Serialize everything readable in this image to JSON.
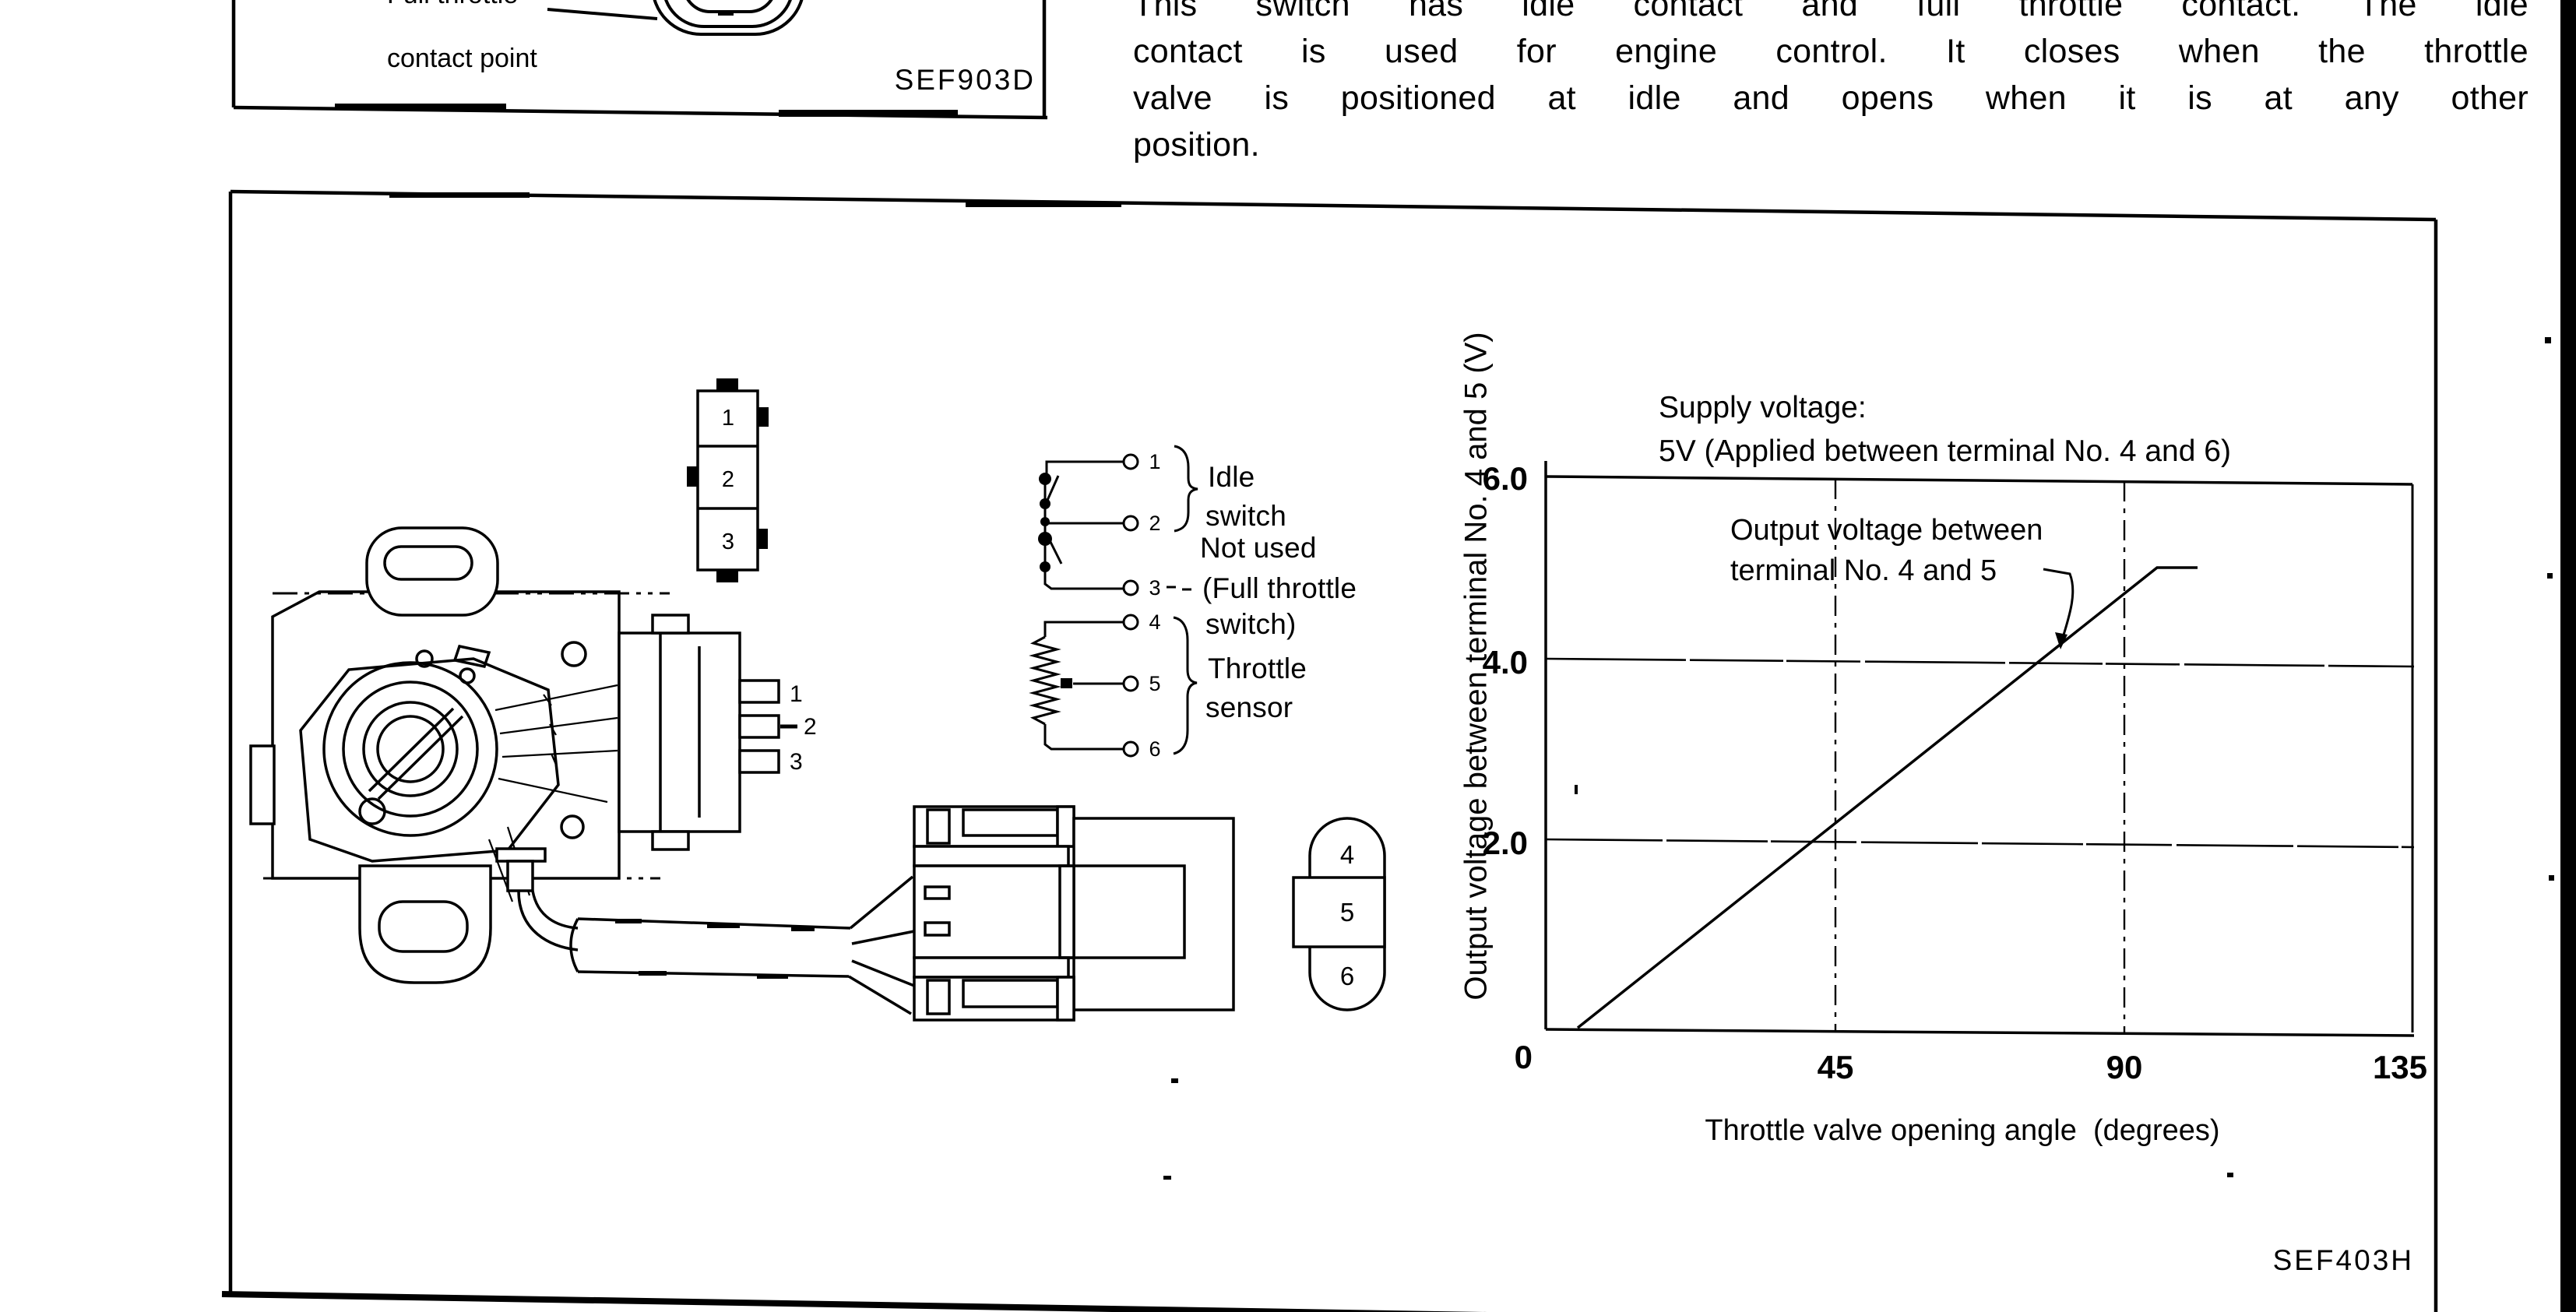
{
  "page": {
    "background": "#ffffff",
    "ink": "#000000"
  },
  "top_left_figure": {
    "pointer_label_line1": "Full throttle",
    "pointer_label_line2": "contact point",
    "code": "SEF903D"
  },
  "intro": {
    "lines": [
      "This switch has idle contact and full throttle contact. The idle",
      "contact is used for engine control. It closes when the throttle",
      "valve is positioned at idle and opens when it is at any other",
      "position."
    ]
  },
  "figure": {
    "code": "SEF403H",
    "terminal_block": {
      "cells": [
        "1",
        "2",
        "3"
      ]
    },
    "sensor_pins": {
      "labels": [
        "1",
        "2",
        "3"
      ]
    },
    "connector_face": {
      "cells": [
        "4",
        "5",
        "6"
      ]
    },
    "circuit": {
      "terminal_numbers": [
        "1",
        "2",
        "3",
        "4",
        "5",
        "6"
      ],
      "idle_switch": [
        "Idle",
        "switch"
      ],
      "full_throttle_switch": [
        "Not used",
        "(Full throttle",
        "switch)"
      ],
      "throttle_sensor": [
        "Throttle",
        "sensor"
      ]
    },
    "graph": {
      "supply_note": [
        "Supply voltage:",
        "5V (Applied between terminal No. 4 and 6)"
      ],
      "series_note": [
        "Output voltage between",
        "terminal No. 4 and 5"
      ],
      "y_axis_label": "Output voltage between terminal No. 4 and 5 (V)",
      "x_axis_label": "Throttle valve opening angle  (degrees)",
      "y_ticks": [
        "6.0",
        "4.0",
        "2.0"
      ],
      "origin_tick": "0",
      "x_ticks": [
        "45",
        "90",
        "135"
      ]
    }
  },
  "chart_data": {
    "type": "line",
    "title": "",
    "xlabel": "Throttle valve opening angle (degrees)",
    "ylabel": "Output voltage between terminal No. 4 and 5 (V)",
    "xlim": [
      0,
      135
    ],
    "ylim": [
      0,
      6
    ],
    "xticks": [
      0,
      45,
      90,
      135
    ],
    "yticks": [
      0,
      2.0,
      4.0,
      6.0
    ],
    "grid": {
      "horizontal_at": [
        2.0,
        4.0,
        6.0
      ],
      "vertical_dashdot_at": [
        45,
        90
      ],
      "legend": "none"
    },
    "series": [
      {
        "name": "Output voltage between terminal No. 4 and 5",
        "x": [
          5,
          94,
          100
        ],
        "y": [
          0,
          5.0,
          5.0
        ]
      }
    ],
    "annotations": [
      "Supply voltage: 5V (Applied between terminal No. 4 and 6)",
      "Output voltage between terminal No. 4 and 5"
    ]
  }
}
